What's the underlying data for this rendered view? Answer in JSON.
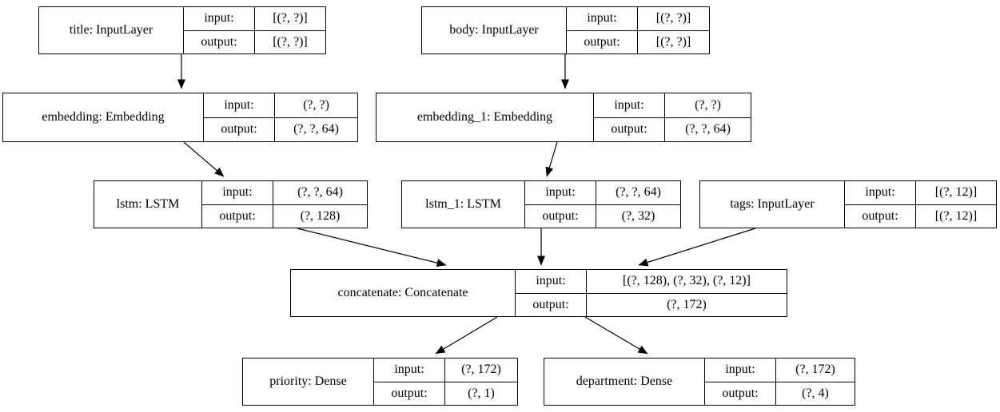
{
  "diagram": {
    "kind": "keras-model-architecture",
    "colors": {
      "background": "#ffffff",
      "border": "#000000",
      "text": "#000000"
    },
    "labels": {
      "input": "input:",
      "output": "output:"
    },
    "nodes": {
      "title": {
        "label": "title: InputLayer",
        "input": "[(?, ?)]",
        "output": "[(?, ?)]"
      },
      "body": {
        "label": "body: InputLayer",
        "input": "[(?, ?)]",
        "output": "[(?, ?)]"
      },
      "embedding": {
        "label": "embedding: Embedding",
        "input": "(?, ?)",
        "output": "(?, ?, 64)"
      },
      "embedding_1": {
        "label": "embedding_1: Embedding",
        "input": "(?, ?)",
        "output": "(?, ?, 64)"
      },
      "lstm": {
        "label": "lstm: LSTM",
        "input": "(?, ?, 64)",
        "output": "(?, 128)"
      },
      "lstm_1": {
        "label": "lstm_1: LSTM",
        "input": "(?, ?, 64)",
        "output": "(?, 32)"
      },
      "tags": {
        "label": "tags: InputLayer",
        "input": "[(?, 12)]",
        "output": "[(?, 12)]"
      },
      "concatenate": {
        "label": "concatenate: Concatenate",
        "input": "[(?, 128), (?, 32), (?, 12)]",
        "output": "(?, 172)"
      },
      "priority": {
        "label": "priority: Dense",
        "input": "(?, 172)",
        "output": "(?, 1)"
      },
      "department": {
        "label": "department: Dense",
        "input": "(?, 172)",
        "output": "(?, 4)"
      }
    },
    "edges": [
      {
        "from": "title",
        "to": "embedding"
      },
      {
        "from": "body",
        "to": "embedding_1"
      },
      {
        "from": "embedding",
        "to": "lstm"
      },
      {
        "from": "embedding_1",
        "to": "lstm_1"
      },
      {
        "from": "lstm",
        "to": "concatenate"
      },
      {
        "from": "lstm_1",
        "to": "concatenate"
      },
      {
        "from": "tags",
        "to": "concatenate"
      },
      {
        "from": "concatenate",
        "to": "priority"
      },
      {
        "from": "concatenate",
        "to": "department"
      }
    ]
  }
}
